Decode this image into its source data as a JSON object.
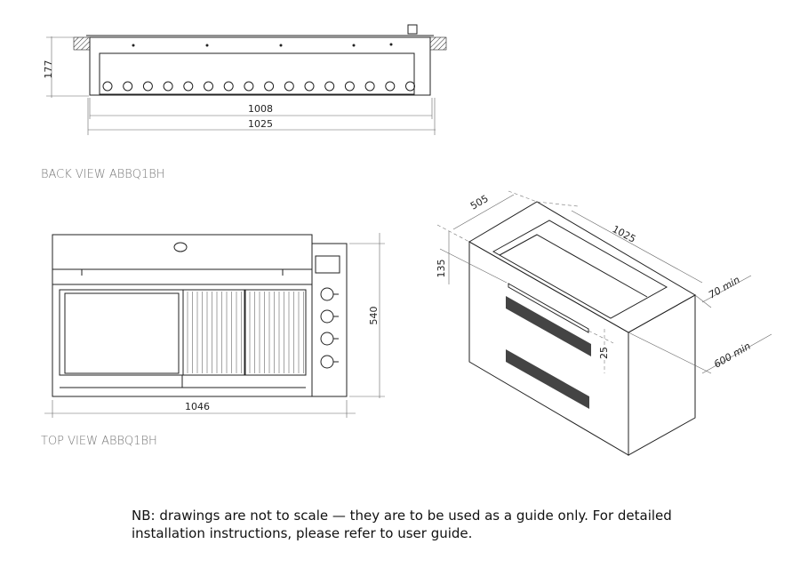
{
  "back_view": {
    "label": "BACK VIEW ABBQ1BH",
    "dims": {
      "height": "177",
      "inner_width": "1008",
      "outer_width": "1025"
    }
  },
  "top_view": {
    "label": "TOP VIEW ABBQ1BH",
    "dims": {
      "depth": "540",
      "width": "1046"
    }
  },
  "iso_view": {
    "dims": {
      "depth": "505",
      "width": "1025",
      "height": "135",
      "gap": "25",
      "rear_clearance": "70 min",
      "front_clearance": "600 min"
    }
  },
  "note": {
    "line1": "NB: drawings are not to scale — they are to be used as a guide only.  For detailed",
    "line2": "installation instructions, please refer to user guide."
  }
}
